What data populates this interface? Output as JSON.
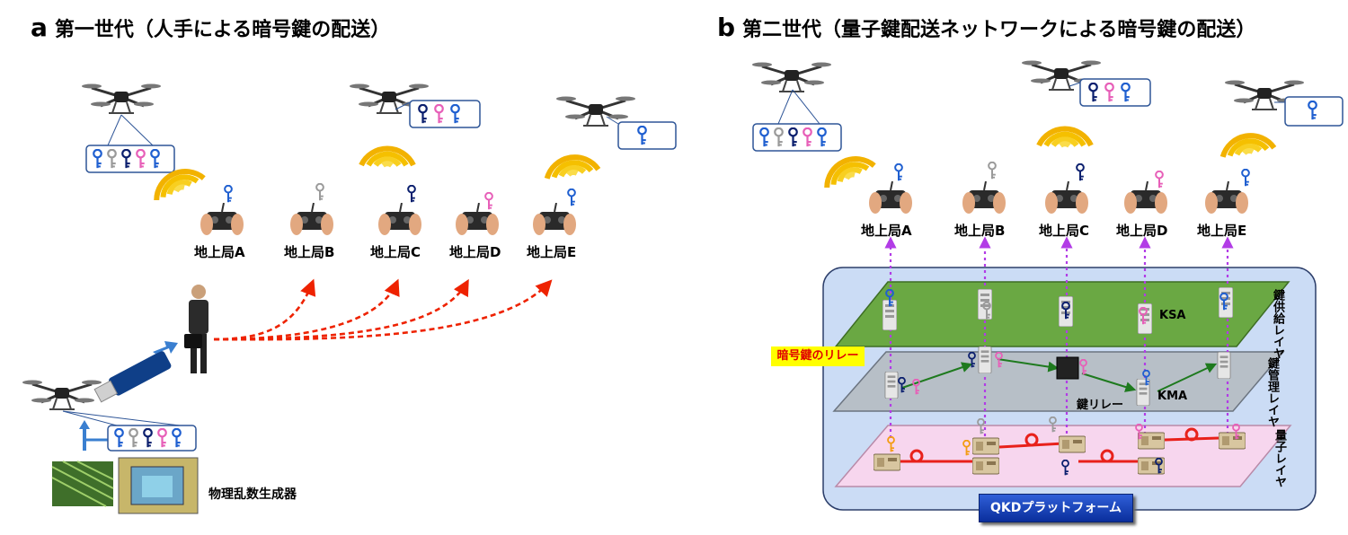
{
  "panel_a": {
    "letter": "a",
    "title": "第一世代（人手による暗号鍵の配送）",
    "stations": [
      "地上局A",
      "地上局B",
      "地上局C",
      "地上局D",
      "地上局E"
    ],
    "generator_label": "物理乱数生成器"
  },
  "panel_b": {
    "letter": "b",
    "title": "第二世代（量子鍵配送ネットワークによる暗号鍵の配送）",
    "stations": [
      "地上局A",
      "地上局B",
      "地上局C",
      "地上局D",
      "地上局E"
    ],
    "relay_badge": "暗号鍵のリレー",
    "ksa_label": "KSA",
    "kma_label": "KMA",
    "key_relay_label": "鍵リレー",
    "layers": [
      "鍵供給レイヤ",
      "鍵管理レイヤ",
      "量子レイヤ"
    ],
    "platform_button": "QKDプラットフォーム"
  },
  "colors": {
    "arrow_red": "#ee2200",
    "layer_green": "#6aa843",
    "layer_gray": "#b7bfc7",
    "layer_pink": "#f7d6ee",
    "platform_bg": "#cbdcf5",
    "wifi_orange": "#f2b200",
    "key_blue": "#1f5fd0",
    "key_navy": "#0b1f6e",
    "key_pink": "#e75fb8",
    "key_silver": "#9a9a9a",
    "relay_purple": "#b23ce6",
    "fiber_red": "#e8211b"
  },
  "icons": [
    "drone-icon",
    "key-icon",
    "wifi-signal-icon",
    "controller-icon",
    "person-icon",
    "usb-stick-icon",
    "server-icon",
    "qkd-device-icon",
    "chip-icon"
  ]
}
